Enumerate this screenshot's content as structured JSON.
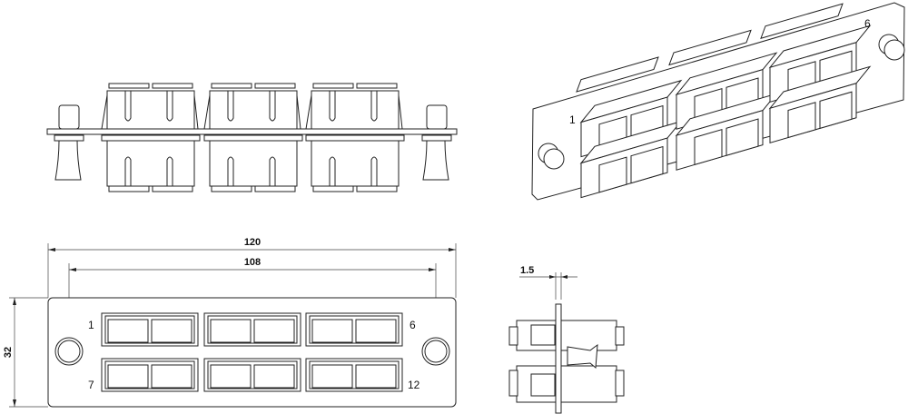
{
  "title": "SC duplex 12-port adapter panel drawing",
  "dimensions": {
    "width": "120",
    "hole_spacing": "108",
    "height": "32",
    "thickness": "1.5"
  },
  "front_view": {
    "port_labels": {
      "top_left": "1",
      "top_right": "6",
      "bottom_left": "7",
      "bottom_right": "12"
    }
  },
  "iso_view": {
    "port_labels": {
      "first": "1",
      "last": "6"
    }
  },
  "colors": {
    "line": "#222222",
    "background": "#ffffff"
  }
}
